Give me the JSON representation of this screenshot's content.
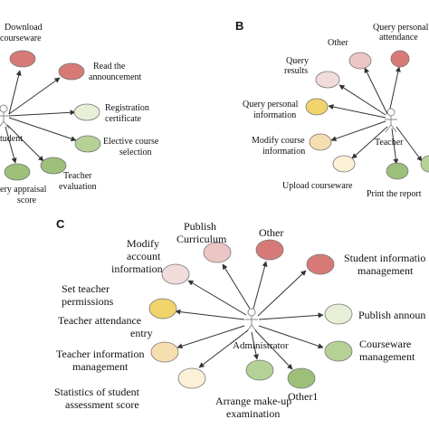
{
  "panels": {
    "A": {
      "actor_name": "tudent",
      "labels": {
        "download_1": "Download",
        "download_2": "courseware",
        "read_1": "Read the",
        "read_2": "announcement",
        "reg_1": "Registration",
        "reg_2": "certificate",
        "elective_1": "Elective course",
        "elective_2": "selection",
        "teacher_eval_1": "Teacher",
        "teacher_eval_2": "evaluation",
        "query_1": "ery appraisal",
        "query_2": "score"
      }
    },
    "B": {
      "letter": "B",
      "actor_name": "Teacher",
      "labels": {
        "other": "Other",
        "query_att_1": "Query personal",
        "query_att_2": "attendance",
        "query_results_1": "Query",
        "query_results_2": "results",
        "query_info_1": "Query personal",
        "query_info_2": "information",
        "modify_1": "Modify course",
        "modify_2": "information",
        "upload": "Upload courseware",
        "print": "Print the report"
      }
    },
    "C": {
      "letter": "C",
      "actor_name": "Administrator",
      "labels": {
        "modify_acc_1": "Modify",
        "modify_acc_2": "account",
        "modify_acc_3": "information",
        "publish_cur_1": "Publish",
        "publish_cur_2": "Curriculum",
        "other": "Other",
        "student_info_1": "Student informatio",
        "student_info_2": "management",
        "set_perm_1": "Set teacher",
        "set_perm_2": "permissions",
        "attendance_1": "Teacher attendance",
        "attendance_2": "entry",
        "publish_ann": "Publish announ",
        "teacher_info_1": "Teacher information",
        "teacher_info_2": "management",
        "courseware_1": "Courseware",
        "courseware_2": "management",
        "stats_1": "Statistics of student",
        "stats_2": "assessment score",
        "makeup_1": "Arrange make-up",
        "makeup_2": "examination",
        "other1": "Other1"
      }
    }
  },
  "colors": {
    "red": "#d77a77",
    "pink": "#ecc6c4",
    "pink_light": "#f2dcdb",
    "yellow": "#f0d36a",
    "cream": "#f7deb0",
    "cream_light": "#fcf1d6",
    "green_light": "#e7efd7",
    "green_mid": "#b6d195",
    "green": "#9cc07a",
    "stroke": "#777777",
    "line": "#333333"
  }
}
